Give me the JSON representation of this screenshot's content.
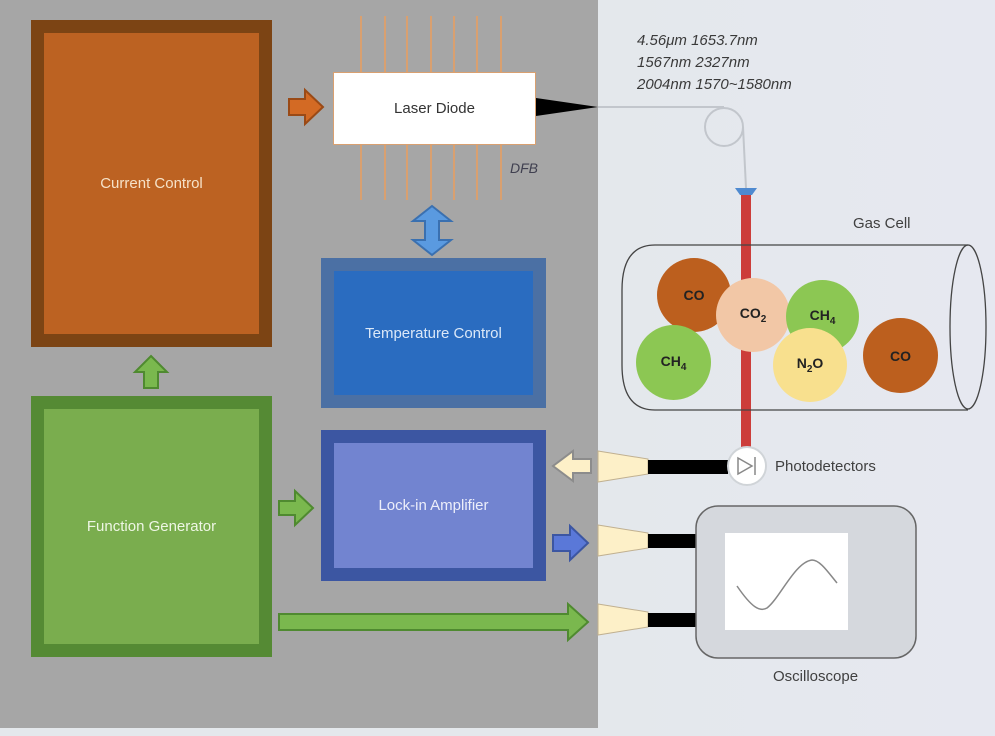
{
  "blocks": {
    "current_control": "Current Control",
    "function_generator": "Function Generator",
    "temperature_control": "Temperature Control",
    "lockin_amplifier": "Lock-in Amplifier",
    "laser_diode": "Laser Diode"
  },
  "labels": {
    "dfb": "DFB",
    "gas_cell": "Gas Cell",
    "photodetectors": "Photodetectors",
    "oscilloscope": "Oscilloscope"
  },
  "wavelengths": [
    "4.56μm  1653.7nm",
    "1567nm  2327nm",
    "2004nm  1570~1580nm"
  ],
  "molecules": [
    {
      "base": "CO",
      "sub": "",
      "tail": "",
      "color": "#bc5f1e"
    },
    {
      "base": "CO",
      "sub": "2",
      "tail": "",
      "color": "#f2c7a6"
    },
    {
      "base": "CH",
      "sub": "4",
      "tail": "",
      "color": "#8cc753"
    },
    {
      "base": "CH",
      "sub": "4",
      "tail": "",
      "color": "#8cc753"
    },
    {
      "base": "N",
      "sub": "2",
      "tail": "O",
      "color": "#f8e08e"
    },
    {
      "base": "CO",
      "sub": "",
      "tail": "",
      "color": "#bc5f1e"
    }
  ],
  "colors": {
    "current_control": "#bc6222",
    "function_generator": "#7aad4e",
    "temperature_control": "#2a6cc0",
    "lockin_amplifier": "#7284d0",
    "laser_beam": "#cc3d3a"
  }
}
